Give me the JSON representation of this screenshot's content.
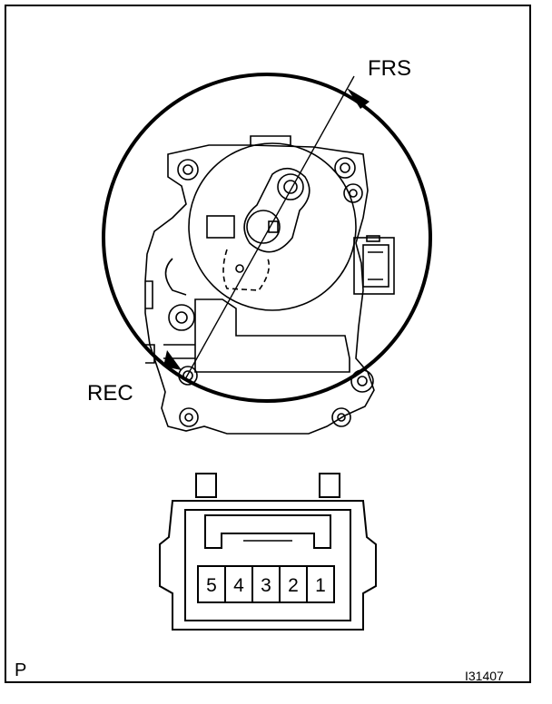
{
  "labels": {
    "frs": "FRS",
    "rec": "REC",
    "view_marker": "P",
    "figure_code": "I31407"
  },
  "connector": {
    "pins": [
      "5",
      "4",
      "3",
      "2",
      "1"
    ]
  },
  "colors": {
    "line": "#000000",
    "background": "#ffffff"
  }
}
